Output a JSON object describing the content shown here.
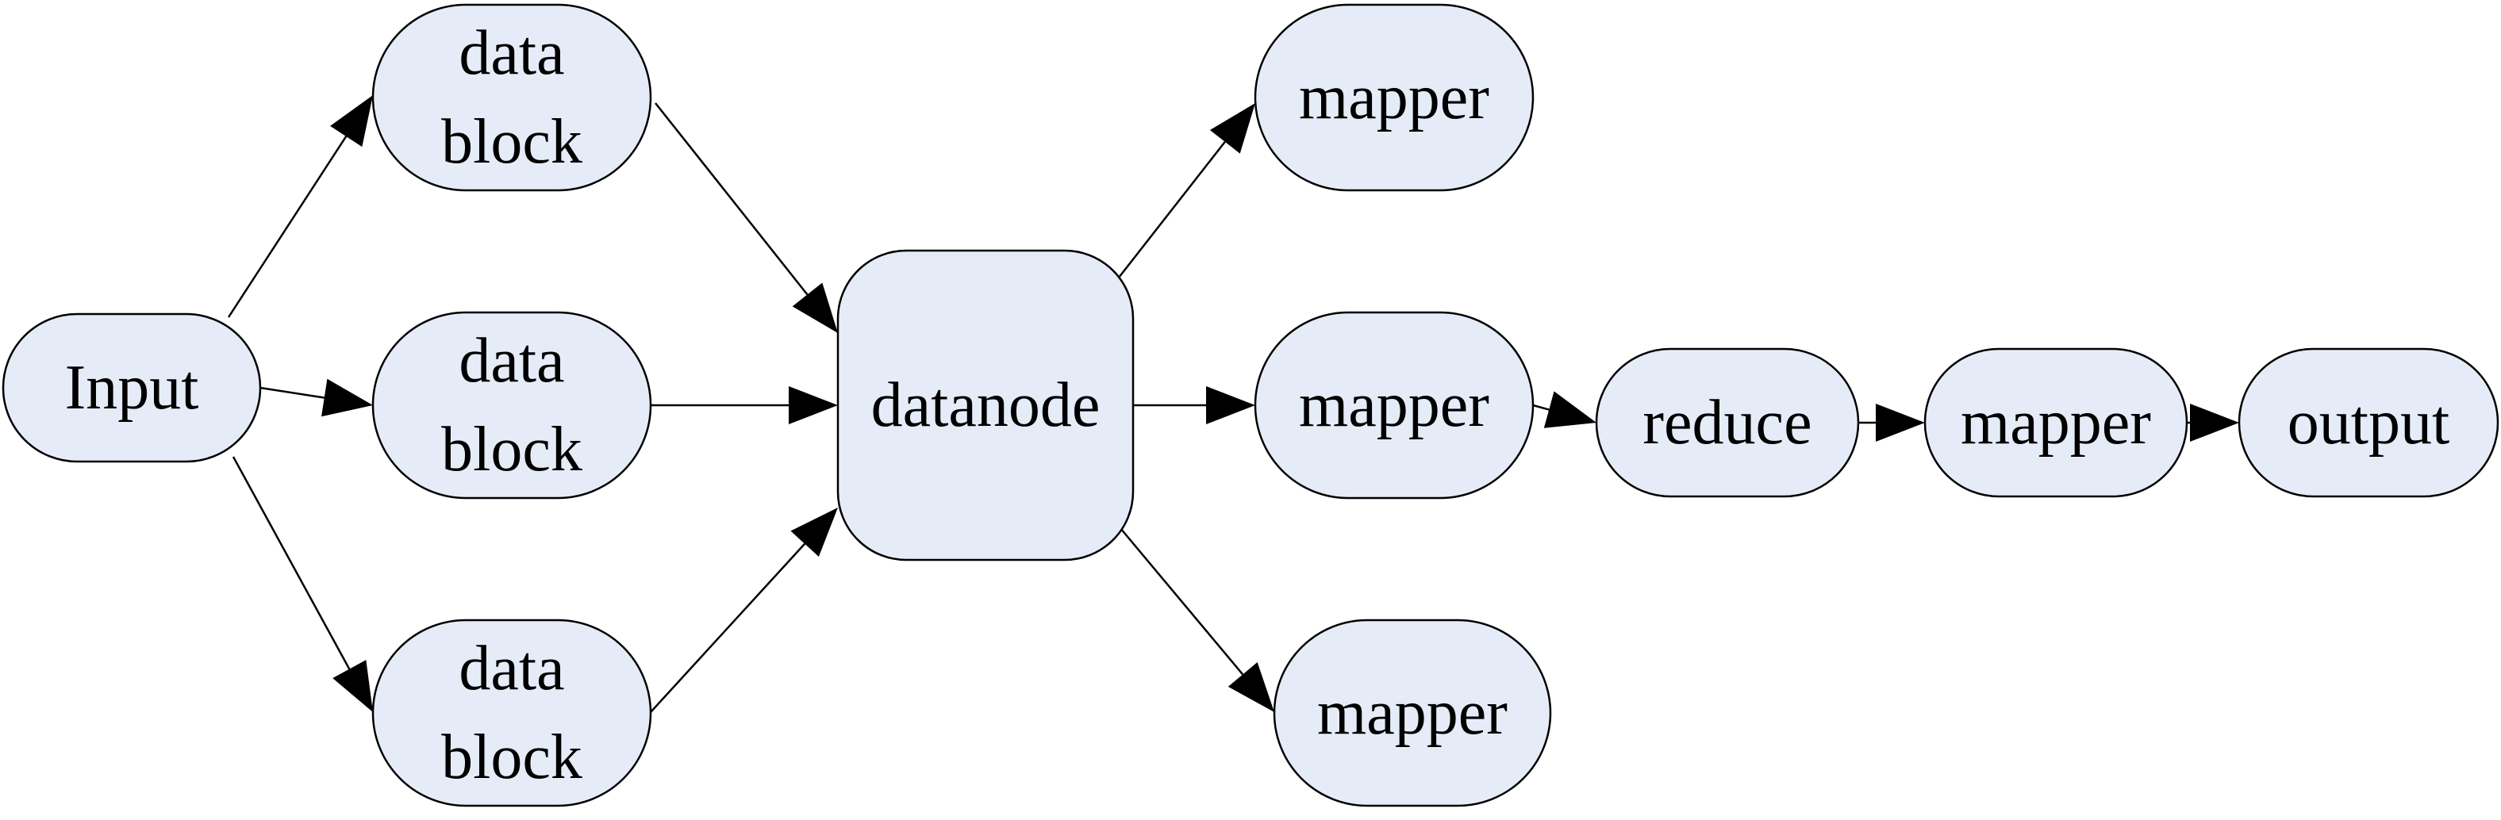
{
  "diagram": {
    "nodes": [
      {
        "id": "input",
        "lines": [
          "Input"
        ]
      },
      {
        "id": "block1",
        "lines": [
          "data",
          "block"
        ]
      },
      {
        "id": "block2",
        "lines": [
          "data",
          "block"
        ]
      },
      {
        "id": "block3",
        "lines": [
          "data",
          "block"
        ]
      },
      {
        "id": "datanode",
        "lines": [
          "datanode"
        ]
      },
      {
        "id": "mapper1",
        "lines": [
          "mapper"
        ]
      },
      {
        "id": "mapper2",
        "lines": [
          "mapper"
        ]
      },
      {
        "id": "mapper3",
        "lines": [
          "mapper"
        ]
      },
      {
        "id": "reduce",
        "lines": [
          "reduce"
        ]
      },
      {
        "id": "mapper4",
        "lines": [
          "mapper"
        ]
      },
      {
        "id": "output",
        "lines": [
          "output"
        ]
      }
    ],
    "edges": [
      {
        "from": "input",
        "to": "block1"
      },
      {
        "from": "input",
        "to": "block2"
      },
      {
        "from": "input",
        "to": "block3"
      },
      {
        "from": "block1",
        "to": "datanode"
      },
      {
        "from": "block2",
        "to": "datanode"
      },
      {
        "from": "block3",
        "to": "datanode"
      },
      {
        "from": "datanode",
        "to": "mapper1"
      },
      {
        "from": "datanode",
        "to": "mapper2"
      },
      {
        "from": "datanode",
        "to": "mapper3"
      },
      {
        "from": "mapper2",
        "to": "reduce"
      },
      {
        "from": "reduce",
        "to": "mapper4"
      },
      {
        "from": "mapper4",
        "to": "output"
      }
    ],
    "colors": {
      "node_fill": "#e6ecf7",
      "stroke": "#000000"
    }
  }
}
